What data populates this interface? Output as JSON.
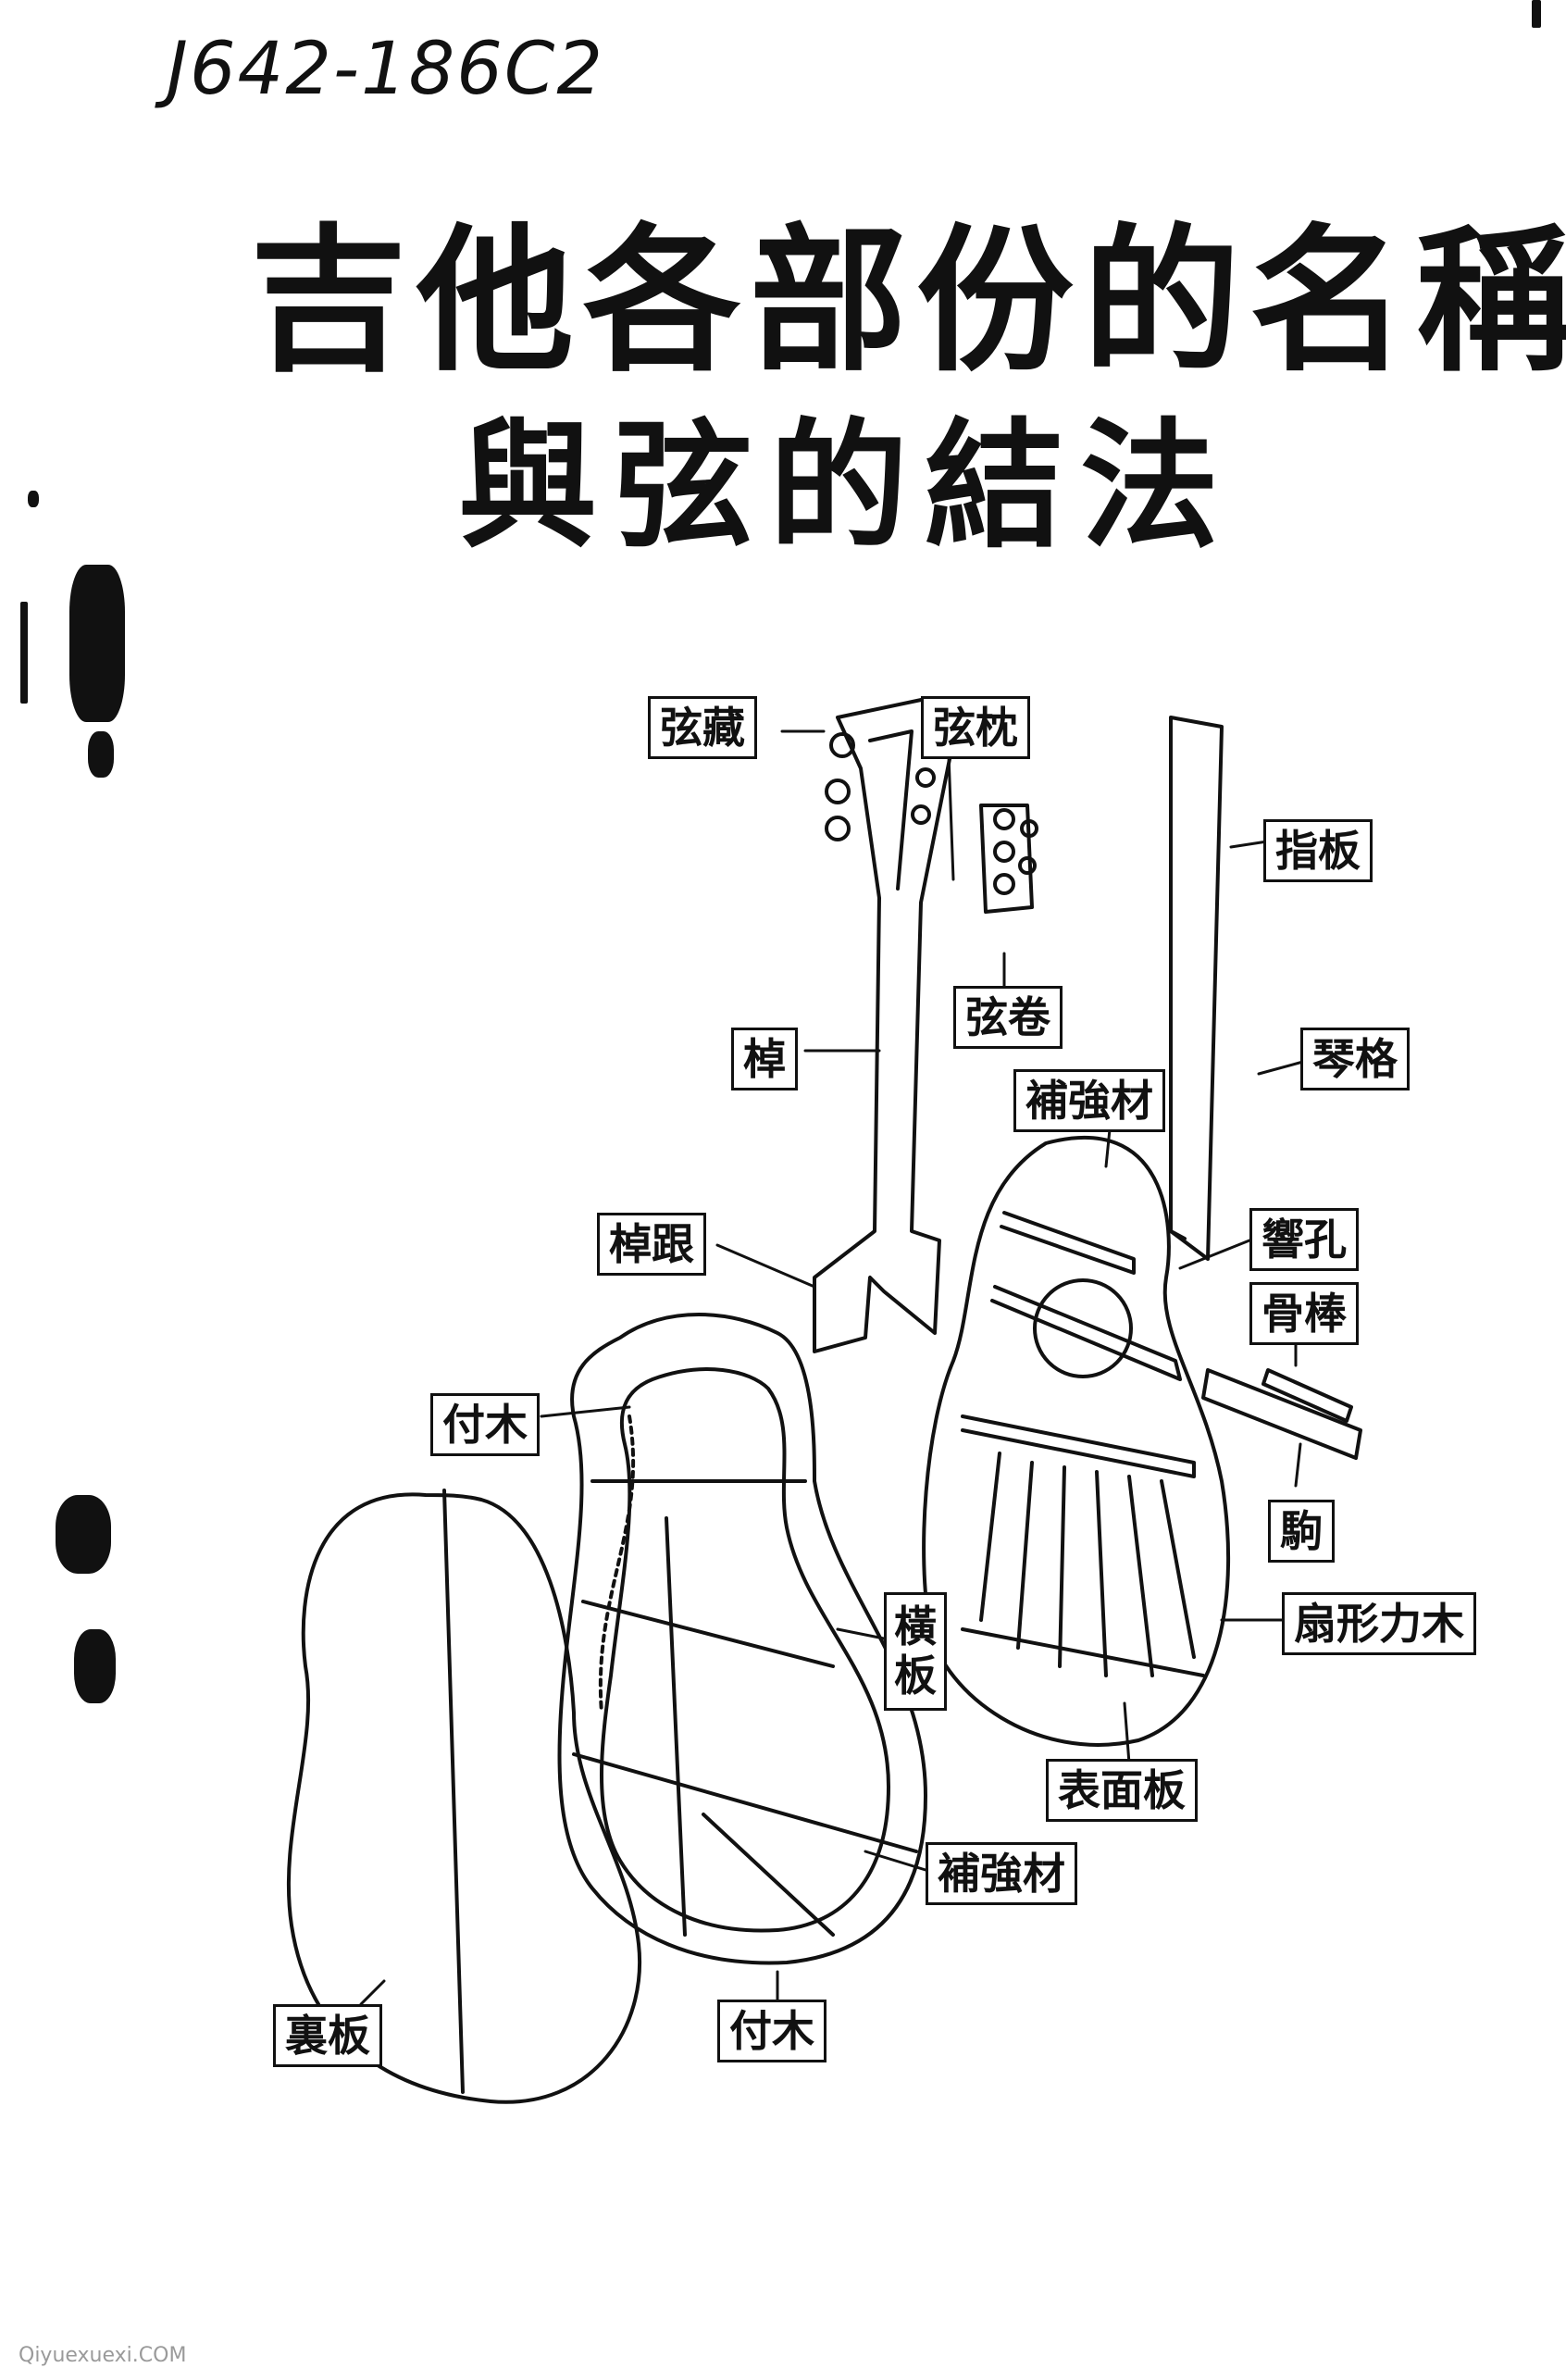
{
  "handwritten_note": "J642-186C2",
  "title": {
    "line1": "吉他各部份的名稱",
    "line2": "與弦的結法"
  },
  "labels": {
    "xianzang": "弦藏",
    "xianzhen": "弦枕",
    "zhiban": "指板",
    "xianjuan": "弦卷",
    "bang": "棹",
    "qinge": "琴格",
    "buqiangcai_top": "補強材",
    "banggen": "棹跟",
    "xiangkong": "響孔",
    "guzhen": "骨棒",
    "fumu_left": "付木",
    "hengban": "橫板",
    "ju": "駒",
    "shanxinglimu": "扇形力木",
    "biaomianban": "表面板",
    "buqiangcai_bottom": "補強材",
    "liban": "裏板",
    "fumu_bottom": "付木"
  },
  "watermark": "Qiyuexuexi.COM"
}
